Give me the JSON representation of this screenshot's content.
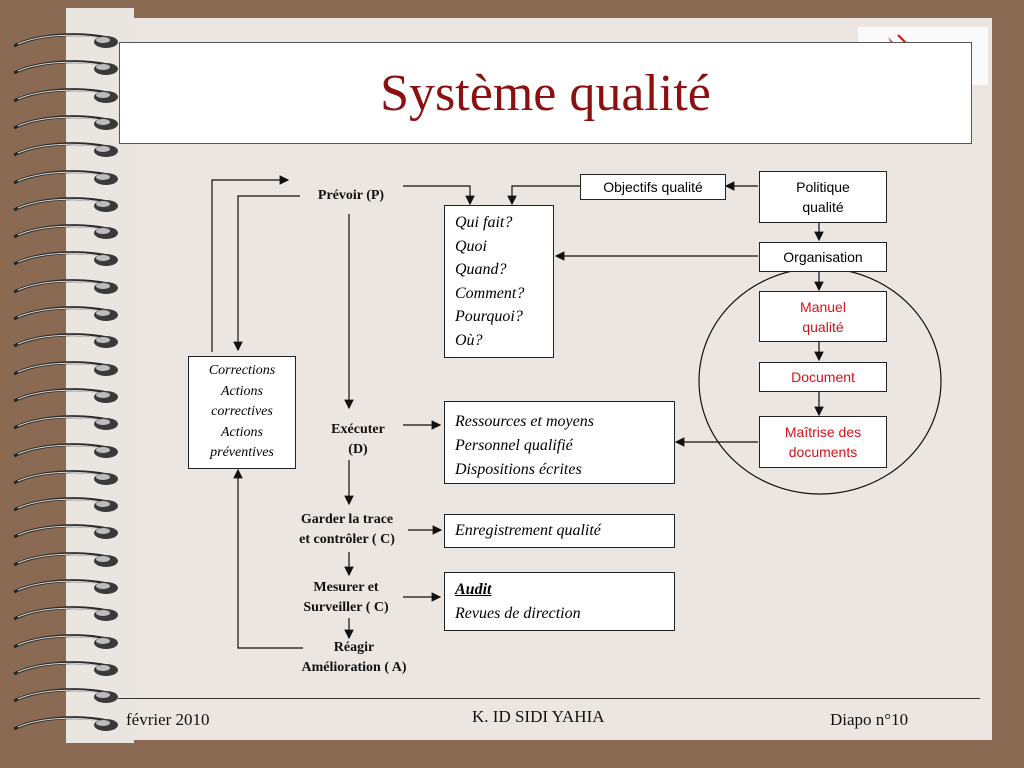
{
  "title": "Système qualité",
  "steps": {
    "prevoir": "Prévoir (P)",
    "executer": [
      "Exécuter",
      "(D)"
    ],
    "garder": [
      "Garder la trace",
      "et contrôler ( C)"
    ],
    "mesurer": [
      "Mesurer et",
      "Surveiller ( C)"
    ],
    "reagir": [
      "Réagir",
      "Amélioration ( A)"
    ]
  },
  "boxes": {
    "questions": [
      "Qui fait?",
      "Quoi",
      "Quand?",
      "Comment?",
      "Pourquoi?",
      "Où?"
    ],
    "corrections": [
      "Corrections",
      "Actions",
      "correctives",
      "Actions",
      "préventives"
    ],
    "ressources": [
      "Ressources et moyens",
      "Personnel qualifié",
      "Dispositions écrites"
    ],
    "enregistrement": "Enregistrement qualité",
    "audit": [
      "Audit",
      "Revues de direction"
    ],
    "objectifs": "Objectifs qualité",
    "politique": [
      "Politique",
      "qualité"
    ],
    "organisation": "Organisation",
    "manuel": [
      "Manuel",
      "qualité"
    ],
    "document": "Document",
    "maitrise": [
      "Maîtrise des",
      "documents"
    ]
  },
  "footer": {
    "date": "février 2010",
    "author": "K. ID SIDI YAHIA",
    "slide": "Diapo n°10"
  },
  "colors": {
    "title": "#8b1010",
    "highlight": "#d0141a",
    "frame": "#8a6a52"
  }
}
